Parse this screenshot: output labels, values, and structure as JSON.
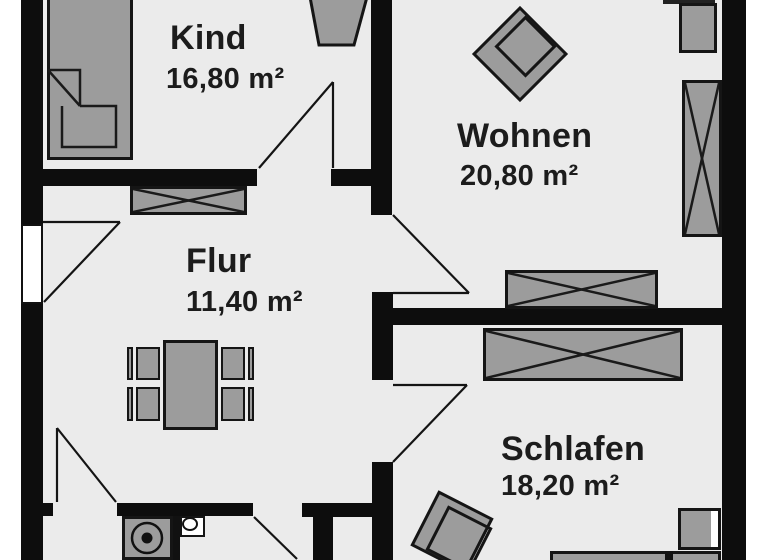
{
  "rooms": [
    {
      "id": "kind",
      "name": "Kind",
      "area": "16,80 m²"
    },
    {
      "id": "wohnen",
      "name": "Wohnen",
      "area": "20,80 m²"
    },
    {
      "id": "flur",
      "name": "Flur",
      "area": "11,40 m²"
    },
    {
      "id": "schlafen",
      "name": "Schlafen",
      "area": "18,20 m²"
    }
  ],
  "colors": {
    "wall": "#0d0d0d",
    "floor": "#ebebeb",
    "furniture": "#9c9c9c",
    "outline": "#151515",
    "background": "#ffffff",
    "text": "#1c1c1c"
  }
}
